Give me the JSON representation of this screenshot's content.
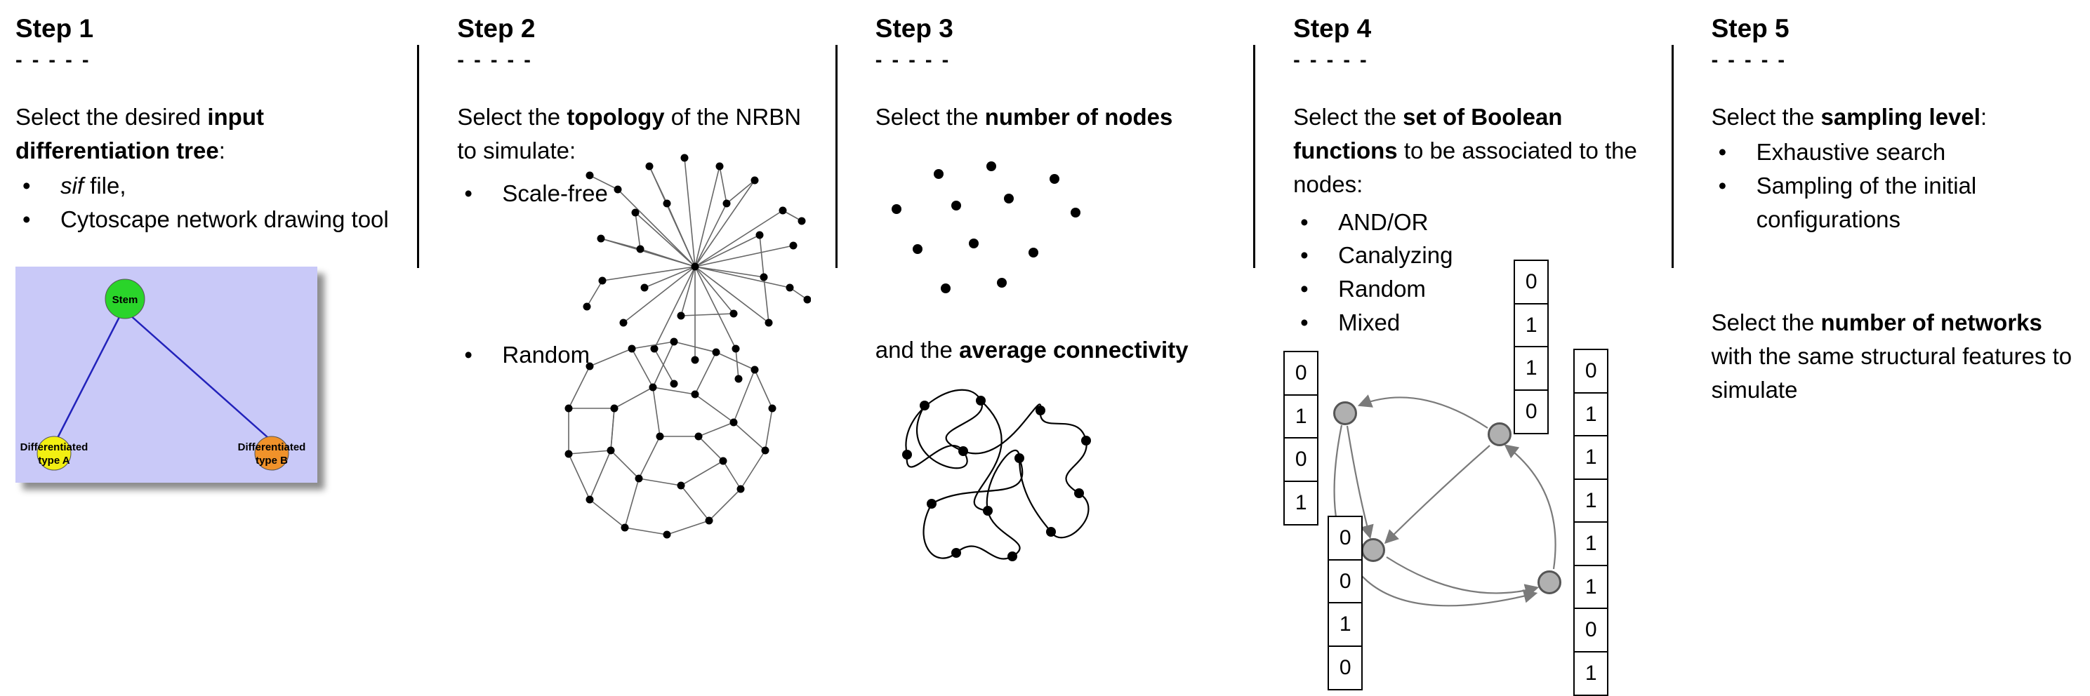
{
  "steps": [
    {
      "title": "Step 1",
      "dashes": "- - - - -",
      "intro_pre": "Select the desired ",
      "intro_bold": "input differentiation tree",
      "intro_post": ":",
      "bullet1_italic": "sif",
      "bullet1_rest": " file,",
      "bullet2": "Cytoscape network drawing tool",
      "tree": {
        "stem_label": "Stem",
        "child_a_line1": "Differentiated",
        "child_a_line2": "type A",
        "child_b_line1": "Differentiated",
        "child_b_line2": "type B",
        "colors": {
          "background": "#c9c9f8",
          "stem": "#2ad42a",
          "child_a": "#f2ef12",
          "child_b": "#f0922a",
          "edge": "#2222bb"
        }
      }
    },
    {
      "title": "Step 2",
      "dashes": "- - - - -",
      "intro_pre": "Select the ",
      "intro_bold": "topology",
      "intro_post": " of the NRBN to simulate:",
      "bullet1": "Scale-free",
      "bullet2": "Random"
    },
    {
      "title": "Step 3",
      "dashes": "- - - - -",
      "intro_pre": "Select the ",
      "intro_bold": "number of nodes",
      "intro_post": "",
      "second_pre": "and the ",
      "second_bold": "average connectivity"
    },
    {
      "title": "Step 4",
      "dashes": "- - - - -",
      "intro_pre": "Select the ",
      "intro_bold": "set of Boolean functions",
      "intro_post": " to be associated to the nodes:",
      "bullets": [
        "AND/OR",
        "Canalyzing",
        "Random",
        "Mixed"
      ],
      "tables": {
        "left": [
          "0",
          "1",
          "0",
          "1"
        ],
        "top": [
          "0",
          "1",
          "1",
          "0"
        ],
        "bottom": [
          "0",
          "0",
          "1",
          "0"
        ],
        "right": [
          "0",
          "1",
          "1",
          "1",
          "1",
          "1",
          "0",
          "1"
        ]
      }
    },
    {
      "title": "Step 5",
      "dashes": "- - - - -",
      "intro_pre": "Select the ",
      "intro_bold": "sampling level",
      "intro_post": ":",
      "bullets": [
        "Exhaustive search",
        "Sampling of the initial configurations"
      ],
      "para2_pre": "Select the ",
      "para2_bold": "number of networks",
      "para2_post": " with the same structural features to simulate"
    }
  ]
}
